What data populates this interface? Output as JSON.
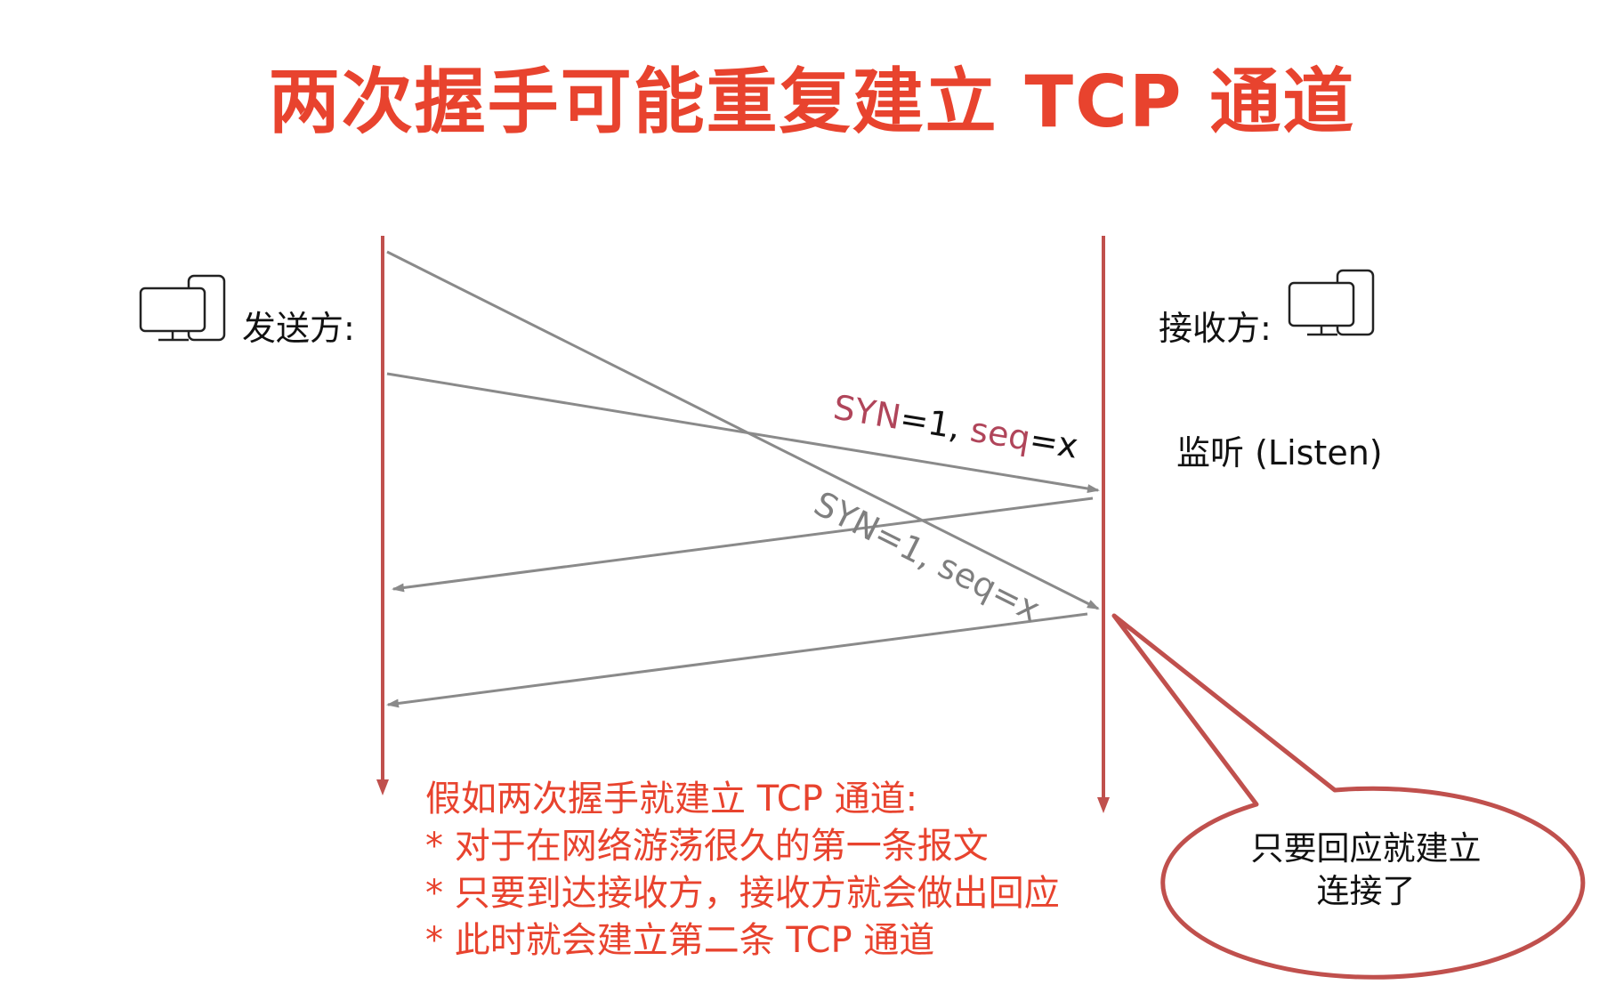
{
  "title": "两次握手可能重复建立 TCP 通道",
  "sender": {
    "label": "发送方:",
    "icon": "computer-icon"
  },
  "receiver": {
    "label": "接收方:",
    "icon": "computer-icon",
    "state": "监听 (Listen)"
  },
  "messages": [
    {
      "syn_part": "SYN",
      "eq1": "=1, ",
      "seq_part": "seq",
      "eq2": "=x"
    },
    {
      "text": "SYN=1, seq=x"
    }
  ],
  "note": {
    "lines": [
      "假如两次握手就建立 TCP 通道:",
      "* 对于在网络游荡很久的第一条报文",
      "* 只要到达接收方，接收方就会做出回应",
      "* 此时就会建立第二条 TCP 通道"
    ]
  },
  "callout": {
    "lines": [
      "只要回应就建立",
      "连接了"
    ]
  },
  "colors": {
    "title": "#e8432e",
    "timeline": "#c0504d",
    "arrow": "#8a8a8a",
    "note": "#e8432e",
    "syn_label": "#b0455a",
    "gray_label": "#7f7f7f"
  }
}
